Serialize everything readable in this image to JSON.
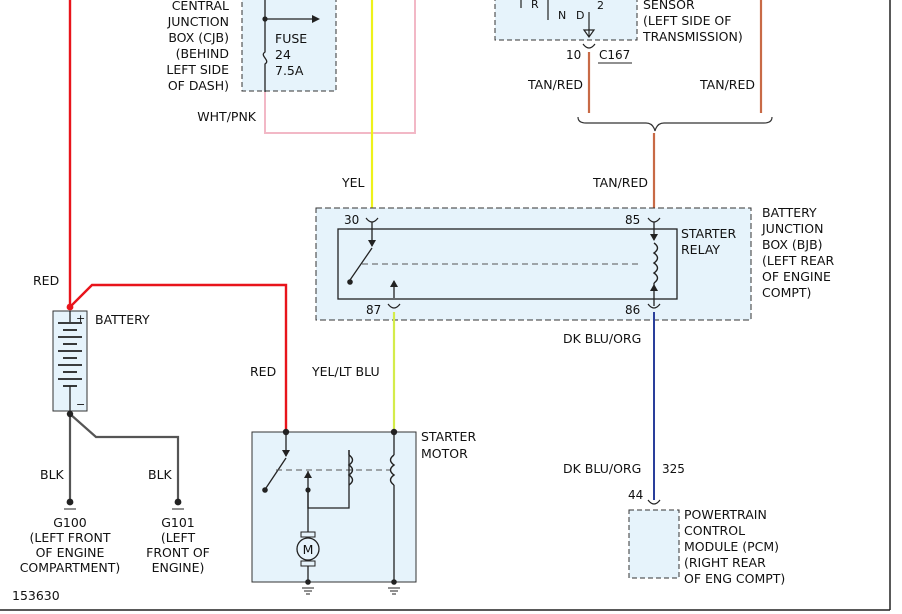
{
  "colors": {
    "red": "#e8141b",
    "yellow": "#eef21a",
    "pink": "#f2b8c6",
    "tan_red": "#c86a46",
    "dk_blu_org": "#2a3f9b",
    "yel_lt_blu": "#d4ec4a",
    "black_wire": "#555555",
    "box_fill": "#e6f3fb",
    "dashed_border": "#333333"
  },
  "cjb": {
    "label_lines": [
      "CENTRAL",
      "JUNCTION",
      "BOX (CJB)",
      "(BEHIND",
      "LEFT SIDE",
      "OF DASH)"
    ],
    "fuse_lines": [
      "FUSE",
      "24",
      "7.5A"
    ]
  },
  "tr_sensor": {
    "label_lines": [
      "SENSOR",
      "(LEFT SIDE OF",
      "TRANSMISSION)"
    ],
    "letters": [
      "R",
      "N",
      "D",
      "2"
    ],
    "pin": "10",
    "connector": "C167"
  },
  "wires": {
    "wht_pnk": "WHT/PNK",
    "yel": "YEL",
    "tan_red_left": "TAN/RED",
    "tan_red_right": "TAN/RED",
    "tan_red_mid": "TAN/RED",
    "red_top": "RED",
    "red_motor": "RED",
    "yel_lt_blu": "YEL/LT BLU",
    "dk_blu_org_top": "DK BLU/ORG",
    "dk_blu_org_bottom": "DK BLU/ORG",
    "blk_left": "BLK",
    "blk_right": "BLK"
  },
  "bjb": {
    "label_lines": [
      "BATTERY",
      "JUNCTION",
      "BOX (BJB)",
      "(LEFT REAR",
      "OF ENGINE",
      "COMPT)"
    ],
    "relay_lines": [
      "STARTER",
      "RELAY"
    ],
    "pins": {
      "p30": "30",
      "p85": "85",
      "p87": "87",
      "p86": "86"
    }
  },
  "battery": {
    "label": "BATTERY",
    "plus": "+",
    "minus": "−"
  },
  "grounds": {
    "g100_lines": [
      "G100",
      "(LEFT FRONT",
      "OF ENGINE",
      "COMPARTMENT)"
    ],
    "g101_lines": [
      "G101",
      "(LEFT",
      "FRONT OF",
      "ENGINE)"
    ]
  },
  "starter": {
    "label_lines": [
      "STARTER",
      "MOTOR"
    ],
    "motor_symbol": "M"
  },
  "pcm": {
    "label_lines": [
      "POWERTRAIN",
      "CONTROL",
      "MODULE (PCM)",
      "(RIGHT REAR",
      "OF ENG COMPT)"
    ],
    "pin_left": "44",
    "pin_right": "325"
  },
  "diagram_id": "153630"
}
